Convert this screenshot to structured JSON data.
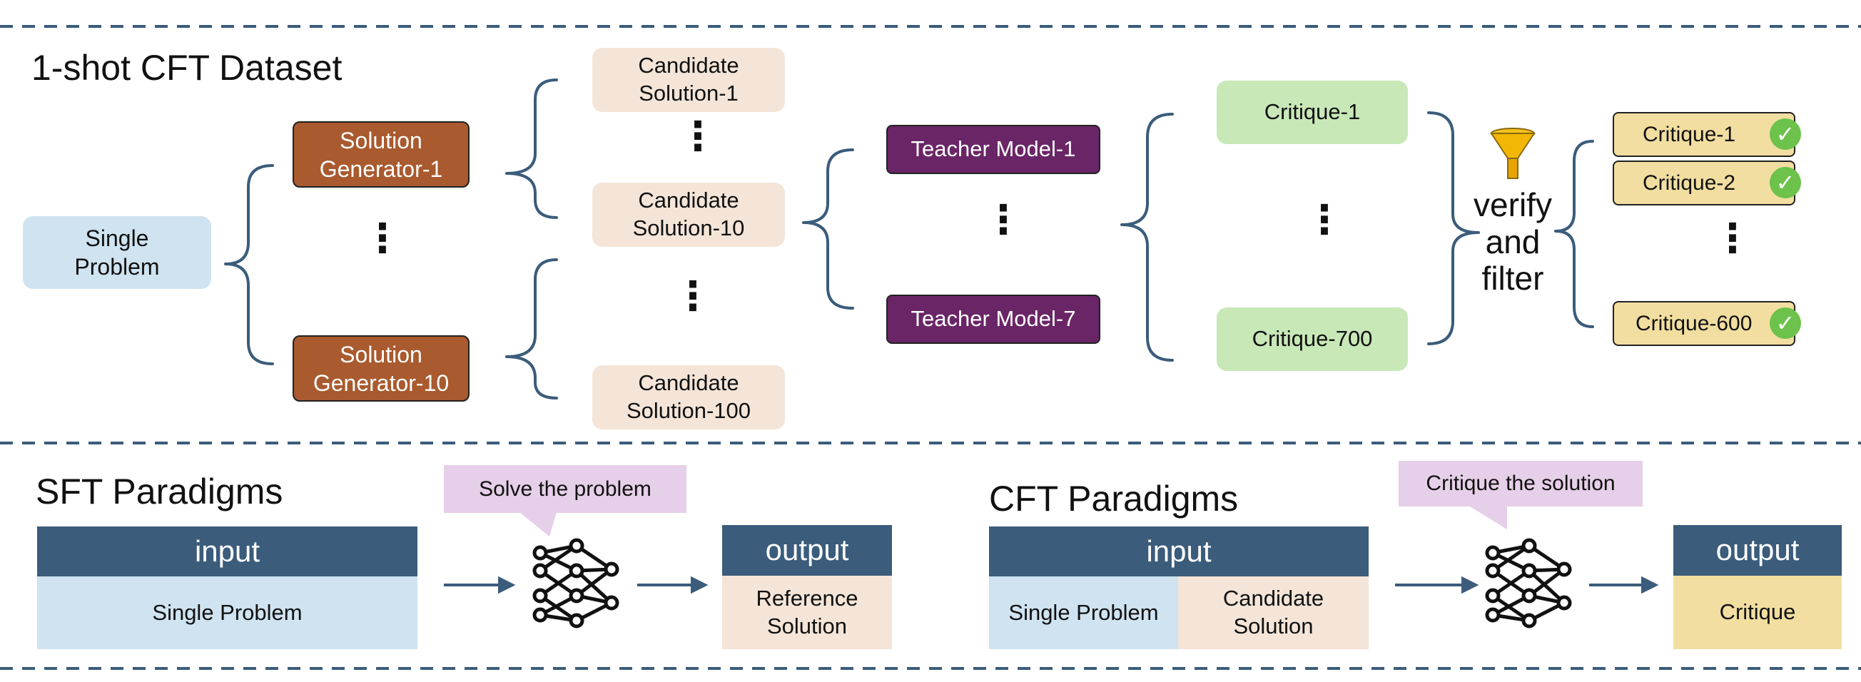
{
  "top": {
    "title": "1-shot CFT Dataset",
    "single_problem": "Single\nProblem",
    "generators": [
      "Solution\nGenerator-1",
      "Solution\nGenerator-10"
    ],
    "candidates": [
      "Candidate\nSolution-1",
      "Candidate\nSolution-10",
      "Candidate\nSolution-100"
    ],
    "teachers": [
      "Teacher Model-1",
      "Teacher Model-7"
    ],
    "critiques": [
      "Critique-1",
      "Critique-700"
    ],
    "verify_filter": "verify\nand\nfilter",
    "filtered": [
      "Critique-1",
      "Critique-2",
      "Critique-600"
    ],
    "ellipsis": "⋮"
  },
  "sft": {
    "title": "SFT Paradigms",
    "bubble": "Solve the problem",
    "input_header": "input",
    "input_body": "Single Problem",
    "output_header": "output",
    "output_body": "Reference\nSolution"
  },
  "cft": {
    "title": "CFT Paradigms",
    "bubble": "Critique the solution",
    "input_header": "input",
    "input_left": "Single Problem",
    "input_right": "Candidate\nSolution",
    "output_header": "output",
    "output_body": "Critique"
  },
  "icons": {
    "check": "check-circle-icon",
    "funnel": "funnel-icon",
    "network": "neural-network-icon",
    "arrow": "arrow-right-icon"
  },
  "colors": {
    "blue_light": "#cfe3f0",
    "peach": "#f4e5d8",
    "rust": "#a95a2e",
    "purple": "#6a2567",
    "green_light": "#c8e8b8",
    "yellow": "#f2dea0",
    "navy": "#3b5c7b",
    "bubble": "#e6cfe8",
    "bracket": "#3b5c7b",
    "dash": "#3b5c7b"
  }
}
